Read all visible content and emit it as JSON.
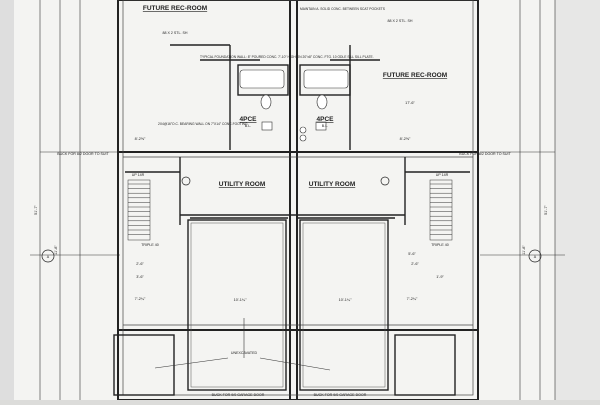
{
  "rooms": {
    "rec_left": "FUTURE REC-ROOM",
    "rec_right": "FUTURE REC-ROOM",
    "bath_left": "4PCE",
    "bath_right": "4PCE",
    "bath_sub": "B.L.",
    "utility_left": "UTILITY ROOM",
    "utility_right": "UTILITY ROOM",
    "unexcavated": "UNEXCAVATED"
  },
  "notes": {
    "foundation": "TYPICAL FOUNDATION WALL: 8\" POURED CONC. 7'-10\" HIGH ON 20\"x8\" CONC. FTG. 10 ODLE SILL SILL PLATE.",
    "bearing": "2X4@16\"O.C. BEARING WALL ON 7\"X14\" CONC.FOOTING",
    "beam": "MAINTAIN A. SOLID CONC. BETWEEN SCAT POCKETS",
    "window_left": "88 X 2 STL. SH",
    "window_right": "88 X 2 STL. SH",
    "buck_left": "BUCK FOR 8/2 DOOR TO SUIT",
    "buck_right": "BUCK FOR 8/2 DOOR TO SUIT",
    "garage_left": "BUCK FOR 9/0 GARAGE DOOR",
    "garage_right": "BUCK FOR 9/0 GARAGE DOOR",
    "triple_left": "TRIPLE 40",
    "triple_right": "TRIPLE 40",
    "up_left": "UP 14R",
    "up_right": "UP 14R",
    "markA": "A"
  },
  "dimensions": {
    "d1": "8'-2⅝\"",
    "d2": "17'-6\"",
    "d3": "8'-2⅝\"",
    "d4": "2'-6\"",
    "d5": "2'-6\"",
    "d6": "10'-1¼\"",
    "d7": "10'-1¼\"",
    "d8": "7'-2¼\"",
    "d9": "7'-2¼\"",
    "d10": "3'-6\"",
    "d11": "1'-9\"",
    "d12": "5'-6\"",
    "left_total": "51'-7\"",
    "right_total": "51'-7\"",
    "left_mid": "11'-8\"",
    "right_mid": "11'-8\""
  }
}
